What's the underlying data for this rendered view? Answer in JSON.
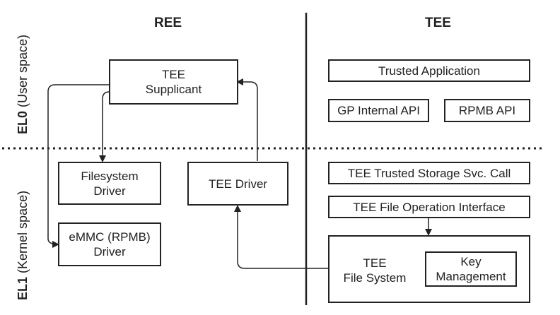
{
  "headers": {
    "ree": "REE",
    "tee": "TEE"
  },
  "side_labels": {
    "el0_level": "EL0",
    "el0_desc": " (User space)",
    "el1_level": "EL1",
    "el1_desc": " (Kernel space)"
  },
  "boxes": {
    "tee_supplicant": "TEE\nSupplicant",
    "filesystem_driver": "Filesystem\nDriver",
    "tee_driver": "TEE Driver",
    "emmc_driver": "eMMC (RPMB)\nDriver",
    "trusted_application": "Trusted Application",
    "gp_internal_api": "GP Internal API",
    "rpmb_api": "RPMB API",
    "trusted_storage_call": "TEE Trusted Storage Svc. Call",
    "file_operation_interface": "TEE File Operation Interface",
    "tee_file_system": "TEE\nFile System",
    "key_management": "Key\nManagement"
  },
  "colors": {
    "line": "#222222",
    "background": "#ffffff"
  }
}
